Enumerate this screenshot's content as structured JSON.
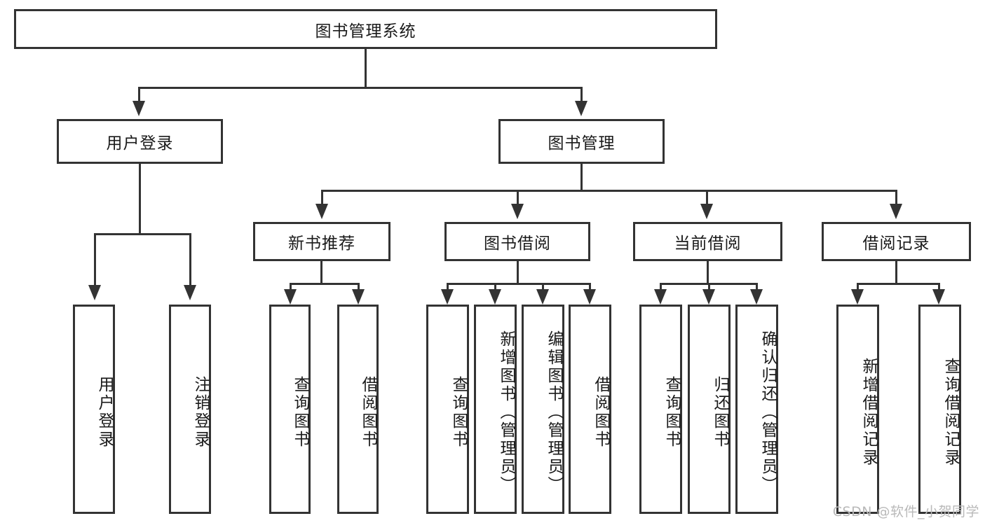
{
  "diagram": {
    "type": "tree",
    "title": "图书管理系统",
    "root": {
      "label": "图书管理系统"
    },
    "level2": [
      {
        "label": "用户登录"
      },
      {
        "label": "图书管理"
      }
    ],
    "level3": [
      {
        "label": "新书推荐"
      },
      {
        "label": "图书借阅"
      },
      {
        "label": "当前借阅"
      },
      {
        "label": "借阅记录"
      }
    ],
    "leaves": {
      "user_login": [
        {
          "label": "用户登录"
        },
        {
          "label": "注销登录"
        }
      ],
      "new_book_recommend": [
        {
          "label": "查询图书"
        },
        {
          "label": "借阅图书"
        }
      ],
      "book_borrow": [
        {
          "label": "查询图书"
        },
        {
          "label": "新增图书（管理员）"
        },
        {
          "label": "编辑图书（管理员）"
        },
        {
          "label": "借阅图书"
        }
      ],
      "current_borrow": [
        {
          "label": "查询图书"
        },
        {
          "label": "归还图书"
        },
        {
          "label": "确认归还（管理员）"
        }
      ],
      "borrow_records": [
        {
          "label": "新增借阅记录"
        },
        {
          "label": "查询借阅记录"
        }
      ]
    }
  },
  "watermark": {
    "text": "CSDN @软件_小贺同学"
  },
  "colors": {
    "stroke": "#333333",
    "background": "#ffffff",
    "text": "#1a1a1a",
    "watermark": "#b9b9b9"
  }
}
